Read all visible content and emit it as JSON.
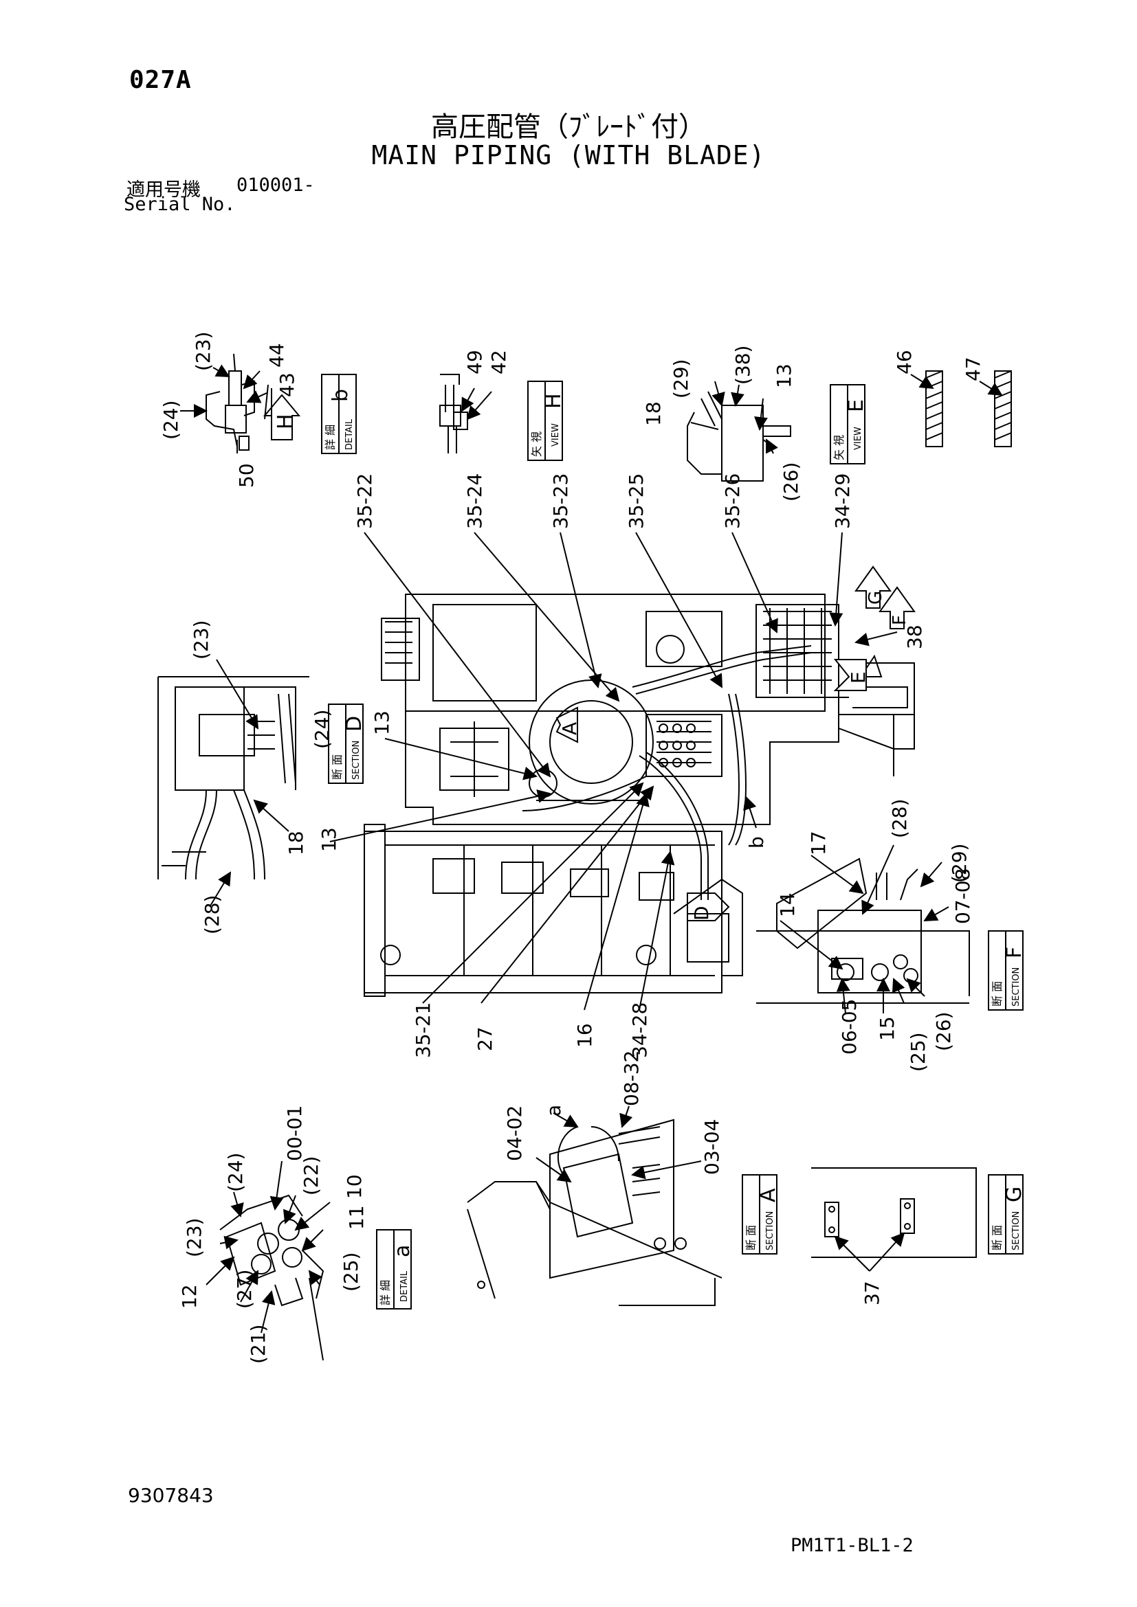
{
  "page": {
    "code": "027A",
    "title_jp": "高圧配管（ﾌﾞﾚｰﾄﾞ付）",
    "title_en": "MAIN PIPING (WITH BLADE)",
    "serial_label_jp": "適用号機",
    "serial_number": "010001-",
    "serial_label_en": "Serial No.",
    "document_number": "9307843",
    "sheet_code": "PM1T1-BL1-2"
  },
  "views": {
    "detail_b": {
      "jp": "詳 細",
      "en": "DETAIL",
      "letter": "b"
    },
    "view_h": {
      "jp": "矢 視",
      "en": "VIEW",
      "letter": "H"
    },
    "view_e": {
      "jp": "矢 視",
      "en": "VIEW",
      "letter": "E"
    },
    "section_d": {
      "jp": "断 面",
      "en": "SECTION",
      "letter": "D"
    },
    "section_f": {
      "jp": "断 面",
      "en": "SECTION",
      "letter": "F"
    },
    "section_a": {
      "jp": "断 面",
      "en": "SECTION",
      "letter": "A"
    },
    "section_g": {
      "jp": "断 面",
      "en": "SECTION",
      "letter": "G"
    },
    "detail_a": {
      "jp": "詳 細",
      "en": "DETAIL",
      "letter": "a"
    }
  },
  "arrows": {
    "h": "H",
    "a": "A",
    "d": "D",
    "e": "E",
    "g": "G",
    "f": "F"
  },
  "callouts": {
    "b_23": "(23)",
    "b_44": "44",
    "b_43": "43",
    "b_24": "(24)",
    "b_50": "50",
    "h_49": "49",
    "h_42": "42",
    "e_29": "(29)",
    "e_38": "(38)",
    "e_13": "13",
    "e_18": "18",
    "e_26": "(26)",
    "e_46": "46",
    "e_47": "47",
    "m_35_22": "35-22",
    "m_35_24": "35-24",
    "m_35_23": "35-23",
    "m_35_25": "35-25",
    "m_35_26": "35-26",
    "m_34_29": "34-29",
    "m_38": "38",
    "m_13a": "13",
    "m_13b": "13",
    "m_b": "b",
    "m_35_21": "35-21",
    "m_27": "27",
    "m_16": "16",
    "m_34_28": "34-28",
    "d_23": "(23)",
    "d_24": "(24)",
    "d_18": "18",
    "d_28": "(28)",
    "f_17": "17",
    "f_28": "(28)",
    "f_29": "(29)",
    "f_07_08": "07-08",
    "f_14": "14",
    "f_06_05": "06-05",
    "f_15": "15",
    "f_25": "(25)",
    "f_26": "(26)",
    "s_a": "a",
    "s_08_32": "08-32",
    "s_04_02": "04-02",
    "s_03_04": "03-04",
    "s_37": "37",
    "a_00_01": "00-01",
    "a_24": "(24)",
    "a_22": "(22)",
    "a_10": "10",
    "a_11": "11",
    "a_23": "(23)",
    "a_12": "12",
    "a_27": "(27)",
    "a_21": "(21)",
    "a_25": "(25)"
  }
}
